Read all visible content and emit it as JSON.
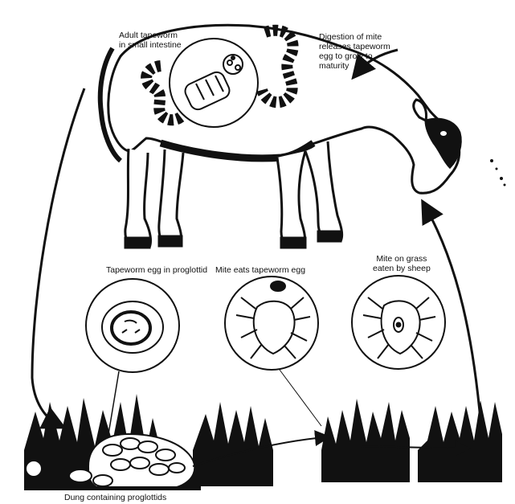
{
  "labels": {
    "adult_tapeworm": "Adult tapeworm\nin small intestine",
    "digestion": "Digestion of mite\nreleases tapeworm\negg to grow to\nmaturity",
    "egg_in_proglottid": "Tapeworm egg in proglottid",
    "mite_eats_egg": "Mite eats tapeworm egg",
    "mite_on_grass": "Mite on grass\neaten by sheep",
    "dung": "Dung containing proglottids"
  },
  "colors": {
    "ink": "#111111",
    "paper": "#ffffff"
  }
}
